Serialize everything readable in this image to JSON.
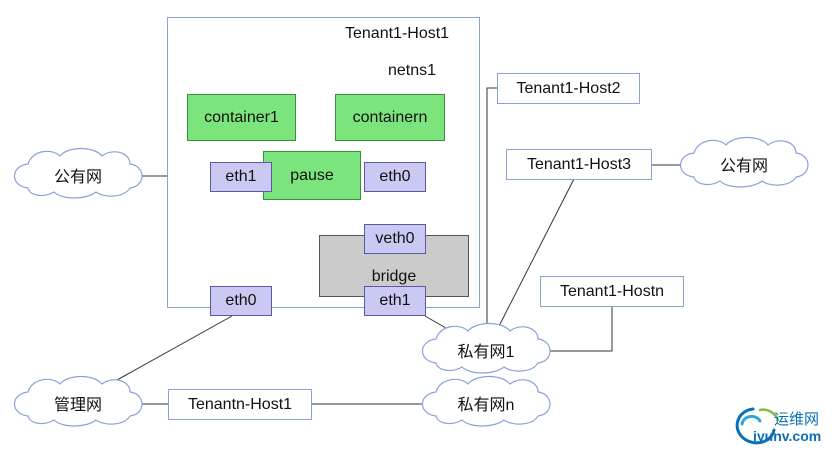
{
  "nodes": {
    "tenant1_host1": "Tenant1-Host1",
    "netns1": "netns1",
    "container1": "container1",
    "containern": "containern",
    "pause": "pause",
    "eth1_pause": "eth1",
    "eth0_pause": "eth0",
    "veth0": "veth0",
    "bridge": "bridge",
    "eth0_host": "eth0",
    "eth1_host": "eth1",
    "tenant1_host2": "Tenant1-Host2",
    "tenant1_host3": "Tenant1-Host3",
    "tenant1_hostn": "Tenant1-Hostn",
    "tenantn_host1": "Tenantn-Host1"
  },
  "clouds": {
    "public_left": "公有网",
    "public_right": "公有网",
    "private_1": "私有网1",
    "private_n": "私有网n",
    "management": "管理网"
  },
  "watermark": {
    "name": "运维网",
    "url": "iyunv.com"
  },
  "colors": {
    "host_border": "#8aa2d8",
    "container_fill": "#7ce47c",
    "interface_fill": "#c9c9f3",
    "bridge_fill": "#cbcbcb",
    "cloud_stroke": "#8aa2d8",
    "line": "#333333",
    "logo": "#0b6fb6"
  }
}
